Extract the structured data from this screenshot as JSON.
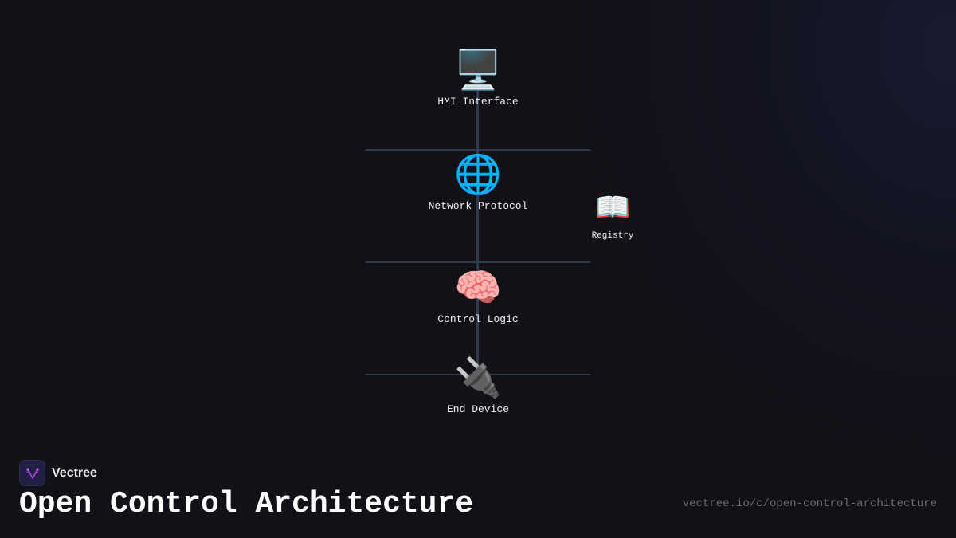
{
  "diagram": {
    "type": "layered-stack",
    "colors": {
      "background": "#111117",
      "connector": "#2e3a4e",
      "label": "#f0f0f0"
    },
    "nodes": [
      {
        "id": "hmi",
        "label": "HMI Interface",
        "icon": "desktop-computer-icon",
        "glyph": "🖥️"
      },
      {
        "id": "network",
        "label": "Network Protocol",
        "icon": "globe-icon",
        "glyph": "🌐"
      },
      {
        "id": "control",
        "label": "Control Logic",
        "icon": "brain-icon",
        "glyph": "🧠"
      },
      {
        "id": "device",
        "label": "End Device",
        "icon": "electric-plug-icon",
        "glyph": "🔌"
      }
    ],
    "side_node": {
      "id": "registry",
      "label": "Registry",
      "icon": "open-book-icon",
      "glyph": "📖"
    },
    "edges": [
      {
        "from": "hmi",
        "to": "network"
      },
      {
        "from": "network",
        "to": "control"
      },
      {
        "from": "control",
        "to": "device"
      }
    ],
    "layer_dividers": 3
  },
  "footer": {
    "brand": {
      "name": "Vectree",
      "logo_icon": "vectree-logo-icon",
      "logo_color": "#a23fd6"
    },
    "title": "Open Control Architecture",
    "url": "vectree.io/c/open-control-architecture"
  }
}
